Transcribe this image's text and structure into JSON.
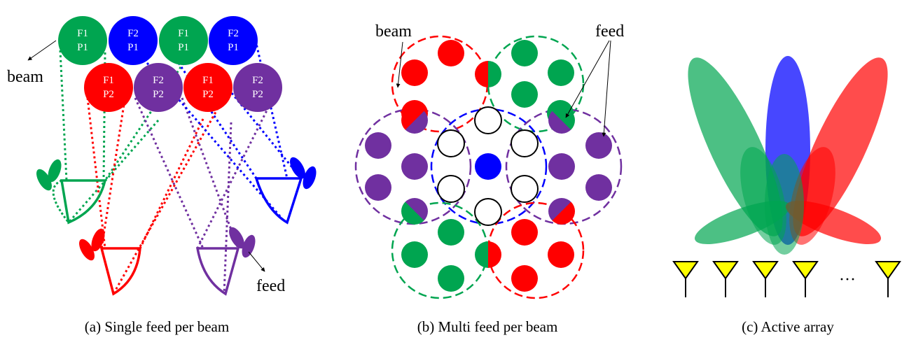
{
  "colors": {
    "f1p1": "#00a550",
    "f2p1": "#0000ff",
    "f1p2": "#ff0000",
    "f2p2": "#7030a0",
    "antenna": "#ffff00"
  },
  "panel_a": {
    "caption": "(a) Single feed per beam",
    "beam_label": "beam",
    "feed_label": "feed",
    "top_row": [
      {
        "line1": "F1",
        "line2": "P1"
      },
      {
        "line1": "F2",
        "line2": "P1"
      },
      {
        "line1": "F1",
        "line2": "P1"
      },
      {
        "line1": "F2",
        "line2": "P1"
      }
    ],
    "bottom_row": [
      {
        "line1": "F1",
        "line2": "P2"
      },
      {
        "line1": "F2",
        "line2": "P2"
      },
      {
        "line1": "F1",
        "line2": "P2"
      },
      {
        "line1": "F2",
        "line2": "P2"
      }
    ]
  },
  "panel_b": {
    "caption": "(b) Multi feed per beam",
    "beam_label": "beam",
    "feed_label": "feed"
  },
  "panel_c": {
    "caption": "(c) Active array",
    "ellipsis": "···"
  }
}
